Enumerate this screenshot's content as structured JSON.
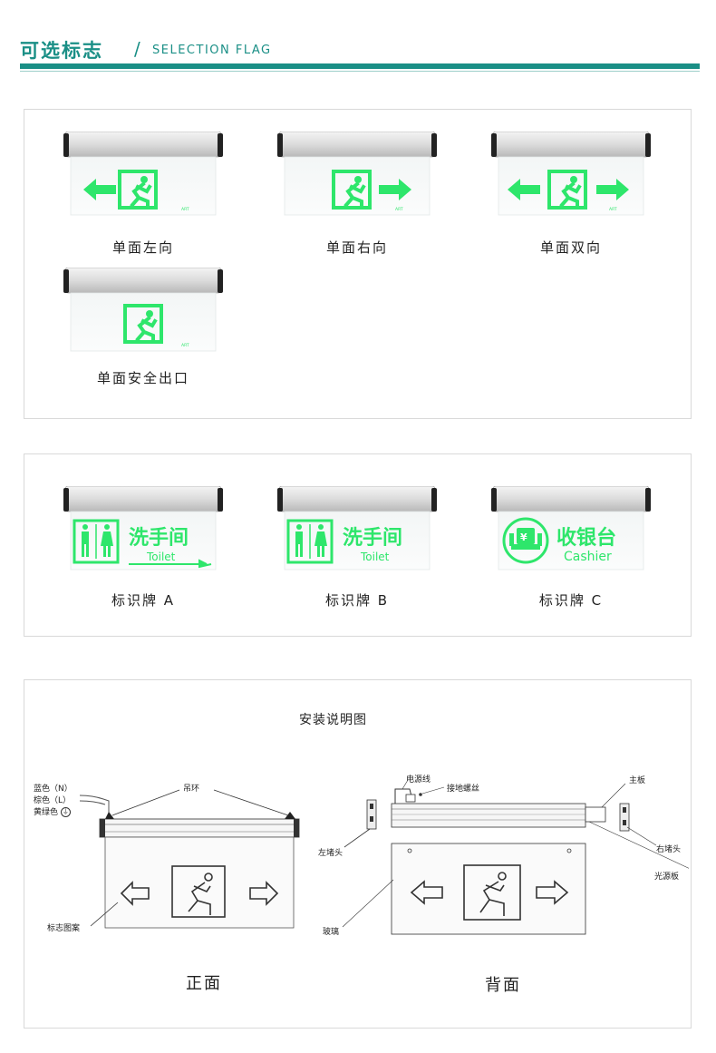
{
  "header": {
    "title_cn": "可选标志",
    "slash": "/",
    "title_en": "SELECTION FLAG"
  },
  "colors": {
    "accent": "#1a8f86",
    "sign_green": "#2ee66b"
  },
  "section1": {
    "captions": [
      "单面左向",
      "单面右向",
      "单面双向",
      "单面安全出口"
    ],
    "brand": "ART"
  },
  "section2": {
    "captions": [
      "标识牌 A",
      "标识牌 B",
      "标识牌 C"
    ],
    "toilet_cn": "洗手间",
    "toilet_en": "Toilet",
    "cashier_cn": "收银台",
    "cashier_en": "Cashier",
    "yen": "¥"
  },
  "section3": {
    "title": "安装说明图",
    "wire_labels": [
      "蓝色（N）",
      "棕色（L）",
      "黄绿色"
    ],
    "hang_ring": "吊环",
    "pattern": "标志图案",
    "power_cord": "电源线",
    "ground_screw": "接地螺丝",
    "main_board": "主板",
    "left_cap": "左堵头",
    "right_cap": "右堵头",
    "light_board": "光源板",
    "glass": "玻璃",
    "front": "正面",
    "back": "背面"
  }
}
